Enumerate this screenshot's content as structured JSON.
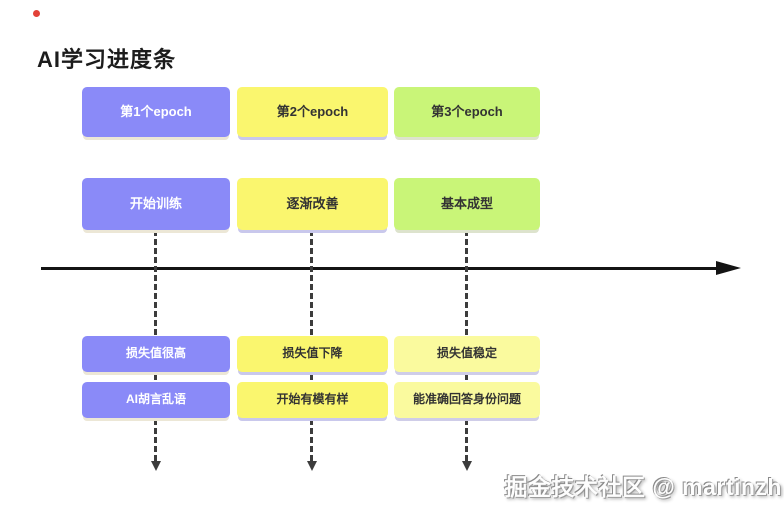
{
  "title": "AI学习进度条",
  "watermark": "掘金技术社区 @ martinzh",
  "colors": {
    "purple": "#8a8af8",
    "yellow": "#faf66e",
    "green": "#c9f578",
    "pale_yellow": "#fafa9e",
    "timeline_arrow": "#141414",
    "purple_box_text": "#ffffff",
    "light_box_text": "#333333",
    "red_dot": "#e24138"
  },
  "columns": [
    {
      "epoch": "第1个epoch",
      "status": "开始训练",
      "note1": "损失值很高",
      "note2": "AI胡言乱语",
      "color": "purple"
    },
    {
      "epoch": "第2个epoch",
      "status": "逐渐改善",
      "note1": "损失值下降",
      "note2": "开始有模有样",
      "color": "yellow"
    },
    {
      "epoch": "第3个epoch",
      "status": "基本成型",
      "note1": "损失值稳定",
      "note2": "能准确回答身份问题",
      "color": "green"
    }
  ]
}
